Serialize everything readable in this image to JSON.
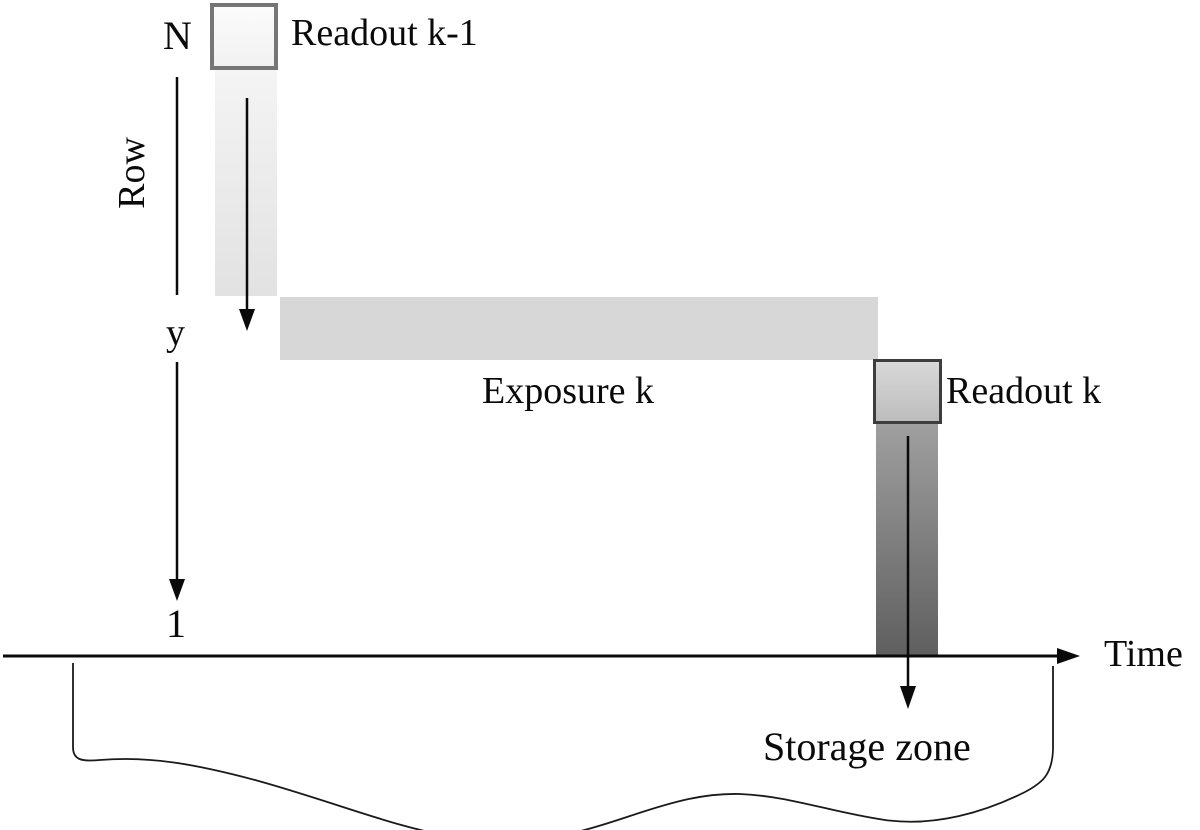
{
  "figure": {
    "row_axis": {
      "label": "Row",
      "top_tick": "N",
      "mid_tick": "y",
      "bottom_tick": "1"
    },
    "time_axis": {
      "label": "Time"
    },
    "readout_prev": {
      "label": "Readout k-1"
    },
    "exposure": {
      "label": "Exposure k"
    },
    "readout_curr": {
      "label": "Readout k"
    },
    "storage": {
      "label": "Storage zone"
    },
    "colors": {
      "exposure_bar": "#d7d7d7",
      "readout_prev_strip_top": "#f4f4f4",
      "readout_prev_strip_bottom": "#e2e2e2",
      "readout_prev_box_border": "#767676",
      "readout_curr_strip_top": "#9f9f9f",
      "readout_curr_strip_bottom": "#5f5f5f",
      "readout_curr_box_border": "#3d3d3d",
      "line": "#0a0a0a"
    }
  }
}
